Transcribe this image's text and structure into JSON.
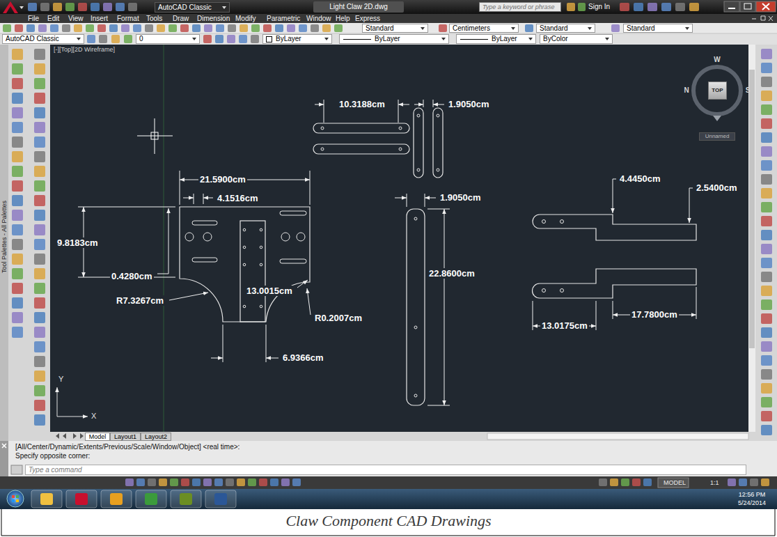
{
  "diagram": {
    "caption": "Claw Component CAD Drawings",
    "nodes": [
      {
        "text": [
          "AutoCAD Classic"
        ]
      },
      {
        "text": [
          "Type a keyword or phrase"
        ]
      },
      {
        "text": [
          "Standard"
        ]
      },
      {
        "text": [
          "Centimeters"
        ]
      },
      {
        "text": [
          "Standard"
        ]
      },
      {
        "text": [
          "Standard"
        ]
      },
      {
        "text": [
          "AutoCAD Classic"
        ]
      },
      {
        "text": [
          "0"
        ]
      },
      {
        "text": [
          "ByLayer"
        ]
      },
      {
        "text": [
          "ByLayer"
        ]
      },
      {
        "text": [
          "ByLayer"
        ]
      },
      {
        "text": [
          "ByColor"
        ]
      },
      {
        "text": [
          "TOP"
        ]
      },
      {
        "text": [
          "Unnamed"
        ]
      },
      {
        "text": [
          "Model"
        ]
      },
      {
        "text": [
          "Layout1"
        ]
      },
      {
        "text": [
          "Layout2"
        ]
      },
      {
        "text": [
          "Type a command"
        ]
      }
    ],
    "labels": [
      "Light Claw 2D.dwg",
      "Sign In",
      "File",
      "Edit",
      "View",
      "Insert",
      "Format",
      "Tools",
      "Draw",
      "Dimension",
      "Modify",
      "Parametric",
      "Window",
      "Help",
      "Express",
      "[-][Top][2D Wireframe]",
      "10.3188cm",
      "1.9050cm",
      "21.5900cm",
      "4.1516cm",
      "9.8183cm",
      "0.4280cm",
      "13.0015cm",
      "R7.3267cm",
      "R0.2007cm",
      "6.9366cm",
      "1.9050cm",
      "22.8600cm",
      "4.4450cm",
      "2.5400cm",
      "17.7800cm",
      "13.0175cm",
      "W",
      "N",
      "S",
      "Tool Palettes - All Palettes",
      "Y",
      "X",
      "[All/Center/Dynamic/Extents/Previous/Scale/Window/Object] <real time>:",
      "Specify opposite corner:",
      "MODEL",
      "1:1",
      "12:56 PM",
      "5/24/2014"
    ]
  }
}
